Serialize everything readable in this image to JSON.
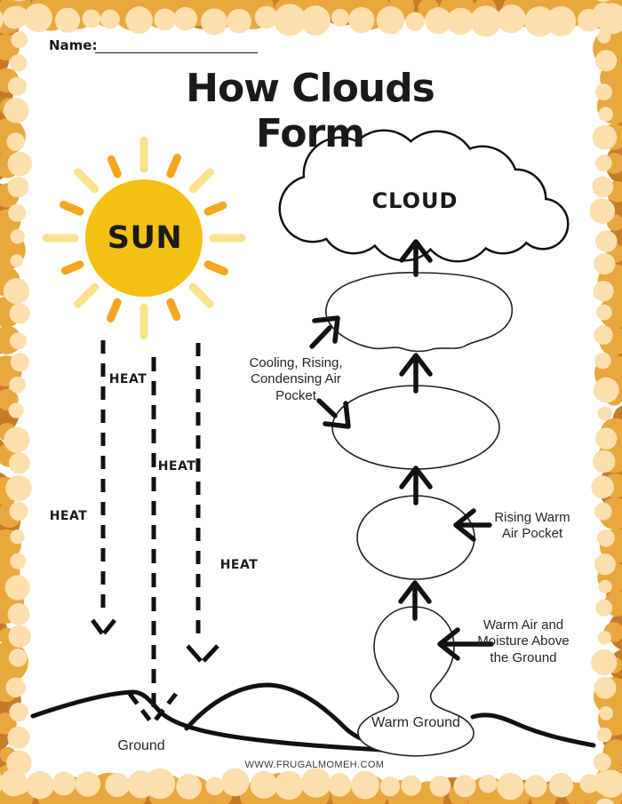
{
  "page": {
    "name_label": "Name:",
    "title": "How Clouds Form",
    "footer_url": "WWW.FRUGALMOMEH.COM"
  },
  "diagram": {
    "sun_label": "SUN",
    "cloud_label": "CLOUD",
    "heat_labels": [
      "HEAT",
      "HEAT",
      "HEAT",
      "HEAT"
    ],
    "ground_label": "Ground",
    "warm_ground_label": "Warm Ground",
    "stage_labels": {
      "warm_air": "Warm Air and\nMoisture Above\nthe Ground",
      "rising": "Rising Warm\nAir Pocket",
      "cooling": "Cooling, Rising,\nCondensing Air\nPocket"
    }
  },
  "colors": {
    "sun_yellow": "#F4C013",
    "ray_orange": "#F5A61E",
    "ray_light": "#FAE28C",
    "border_dark": "#C67C27",
    "border_gold": "#E9A83E",
    "border_light": "#FBDFAD",
    "ink": "#1A1A1A"
  }
}
